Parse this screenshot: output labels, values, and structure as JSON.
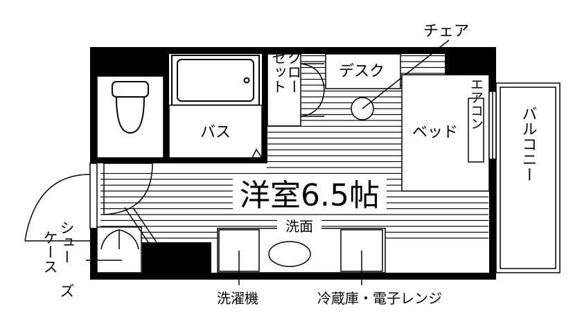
{
  "floor_plan": {
    "main_room": "洋室6.5帖",
    "labels": {
      "chair": "チェア",
      "desk": "デスク",
      "closet_col1": "ゼット",
      "closet_col2": "クロー",
      "bath": "バス",
      "bed": "ベッド",
      "aircon": "エアコン",
      "balcony": "バルコニー",
      "washbasin": "洗面",
      "shoe_case_col1": "シュー",
      "shoe_case_col2": "ケース",
      "shoe_case_col3": "ズ",
      "washing_machine": "洗濯機",
      "fridge_microwave": "冷蔵庫・電子レンジ"
    }
  }
}
